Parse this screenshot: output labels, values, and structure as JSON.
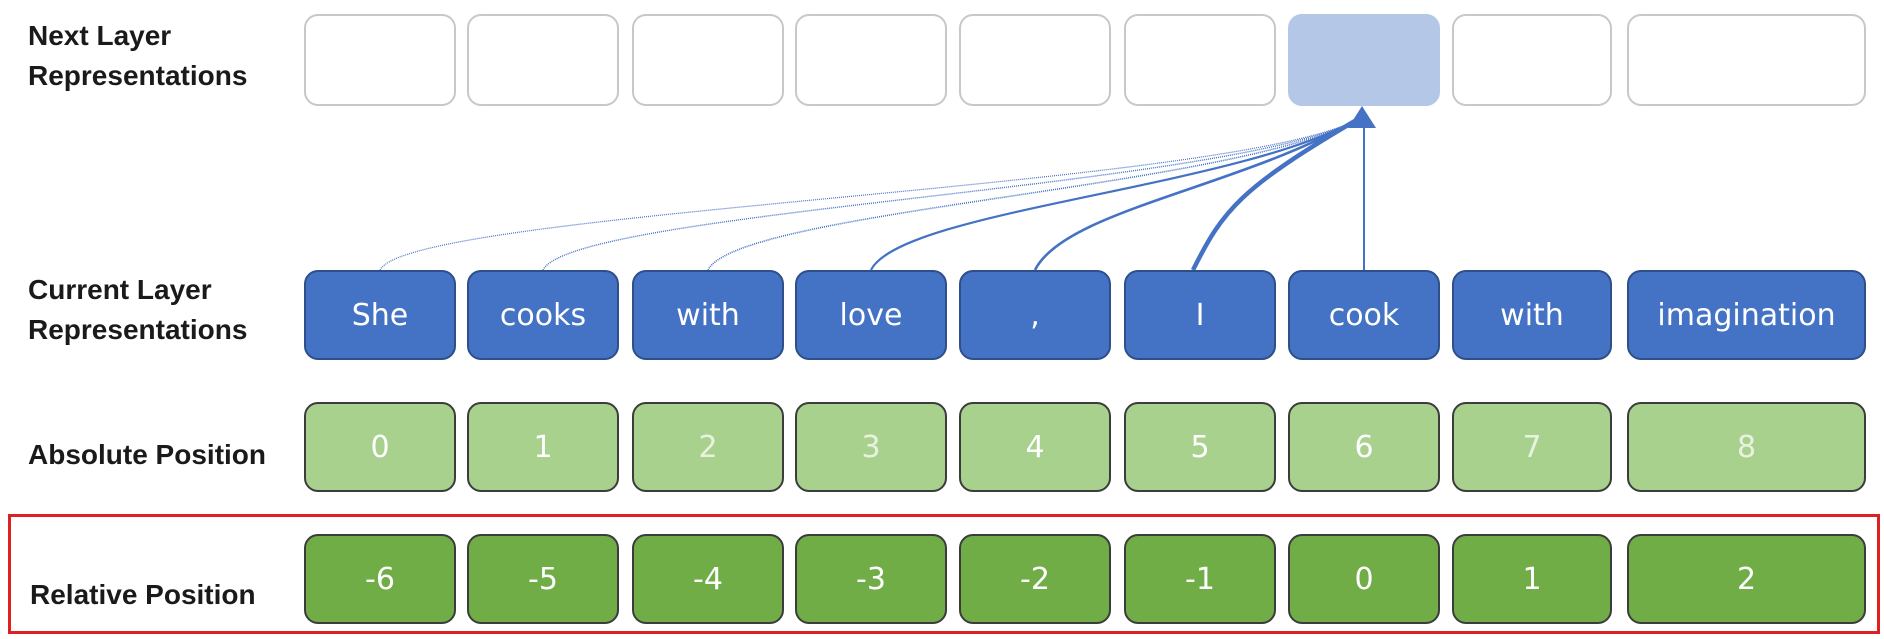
{
  "labels": {
    "next_line1": "Next Layer",
    "next_line2": "Representations",
    "current_line1": "Current Layer",
    "current_line2": "Representations",
    "absolute": "Absolute Position",
    "relative": "Relative Position"
  },
  "tokens": [
    "She",
    "cooks",
    "with",
    "love",
    ",",
    "I",
    "cook",
    "with",
    "imagination"
  ],
  "absolute_positions": [
    "0",
    "1",
    "2",
    "3",
    "4",
    "5",
    "6",
    "7",
    "8"
  ],
  "relative_positions": [
    "-6",
    "-5",
    "-4",
    "-3",
    "-2",
    "-1",
    "0",
    "1",
    "2"
  ],
  "highlighted_next_index": 6,
  "colors": {
    "next_highlight": "#b4c7e7",
    "current": "#4472c4",
    "absolute": "#a9d18e",
    "relative": "#70ad47",
    "arrow": "#4472c4",
    "frame": "#e02020"
  }
}
